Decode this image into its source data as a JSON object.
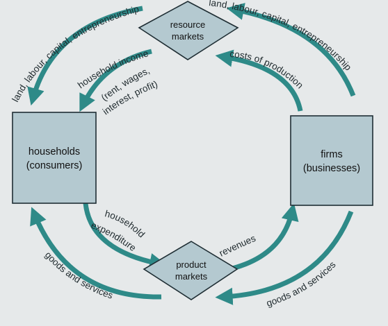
{
  "colors": {
    "background": "#e6e9ea",
    "arrow": "#2e8a88",
    "box_fill": "#b4c9d0",
    "box_stroke": "#1f2e34",
    "text": "#1f2a2e"
  },
  "nodes": {
    "households": {
      "line1": "households",
      "line2": "(consumers)"
    },
    "firms": {
      "line1": "firms",
      "line2": "(businesses)"
    },
    "resource_markets": {
      "line1": "resource",
      "line2": "markets"
    },
    "product_markets": {
      "line1": "product",
      "line2": "markets"
    }
  },
  "flows": {
    "outer_top_left": "land, labour, capital, entrepreneurship",
    "outer_top_right": "land, labour, capital, entrepreneurship",
    "household_income": "household income",
    "income_detail_line1": "(rent, wages,",
    "income_detail_line2": "interest, profit)",
    "costs_of_production": "costs of production",
    "household_expenditure_line1": "household",
    "household_expenditure_line2": "expenditure",
    "revenues": "revenues",
    "outer_bottom_left": "goods and services",
    "outer_bottom_right": "goods and services"
  }
}
